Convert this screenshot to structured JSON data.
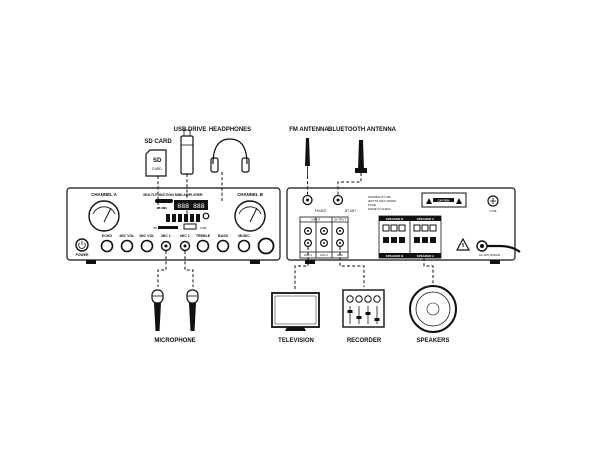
{
  "labels": {
    "sd_card": "SD CARD",
    "usb_drive": "USB DRIVE",
    "headphones": "HEADPHONES",
    "fm_antenna": "FM ANTENNA",
    "bluetooth_antenna": "BLUETOOTH ANTENNA",
    "microphone": "MICROPHONE",
    "television": "TELEVISION",
    "recorder": "RECORDER",
    "speakers": "SPEAKERS"
  },
  "front_panel": {
    "title": "MULTI-FUNCTION MINI AMPLIFIER",
    "channel_a": "CHANNEL  A",
    "channel_b": "CHANNEL  B",
    "display": "888 888",
    "power": "POWER",
    "knobs": [
      "ECHO",
      "MIC VOL",
      "MIC VOL",
      "MIC 1",
      "MIC 2",
      "TREBLE",
      "BASS",
      "MUSIC"
    ],
    "sd_tag": "SD",
    "usb_tag": "USB"
  },
  "rear_panel": {
    "fm_ant": "FM ANT",
    "bt_ant": "BT ANT",
    "input": "INPUT",
    "output": "OUTPUT",
    "aux1": "AUX 1",
    "aux2": "AUX 2",
    "rec": "REC",
    "speaker_b_top": "SPEAKER B",
    "speaker_a_top": "SPEAKER A",
    "speaker_b_bottom": "SPEAKER B",
    "speaker_a_bottom": "SPEAKER A",
    "notice": [
      "NORMALITY NB",
      "WATTS MAX 2000W",
      "FUSE",
      "MADE IN CHINA"
    ],
    "caution": "CAUTION",
    "ac_supply": "AC 220V 50/60HZ"
  }
}
